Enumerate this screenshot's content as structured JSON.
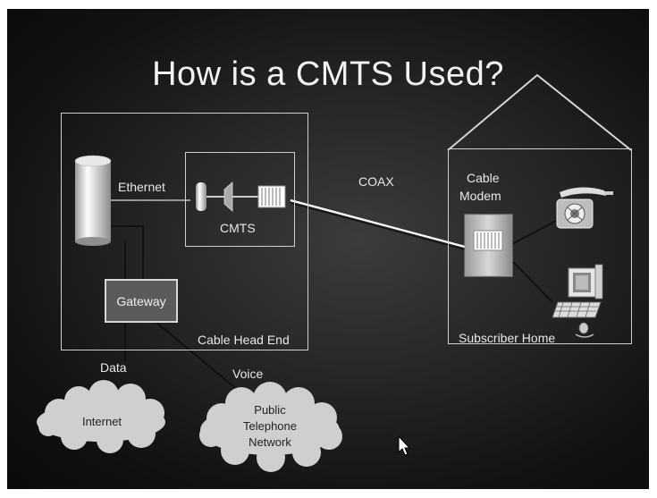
{
  "slide": {
    "title": "How is a CMTS Used?"
  },
  "labels": {
    "ethernet": "Ethernet",
    "cmts": "CMTS",
    "coax": "COAX",
    "cable_modem_line1": "Cable",
    "cable_modem_line2": "Modem",
    "gateway": "Gateway",
    "cable_head_end": "Cable Head End",
    "subscriber_home": "Subscriber Home",
    "data": "Data",
    "voice": "Voice",
    "internet": "Internet",
    "pstn_line1": "Public",
    "pstn_line2": "Telephone",
    "pstn_line3": "Network"
  },
  "icons": [
    "server-cylinder-icon",
    "cmts-device-icon",
    "cable-modem-icon",
    "telephone-icon",
    "computer-icon",
    "mouse-cursor-icon"
  ],
  "colors": {
    "background": "#1a1a1a",
    "line": "#d0d0d0",
    "cloud": "#cfcfcf"
  }
}
